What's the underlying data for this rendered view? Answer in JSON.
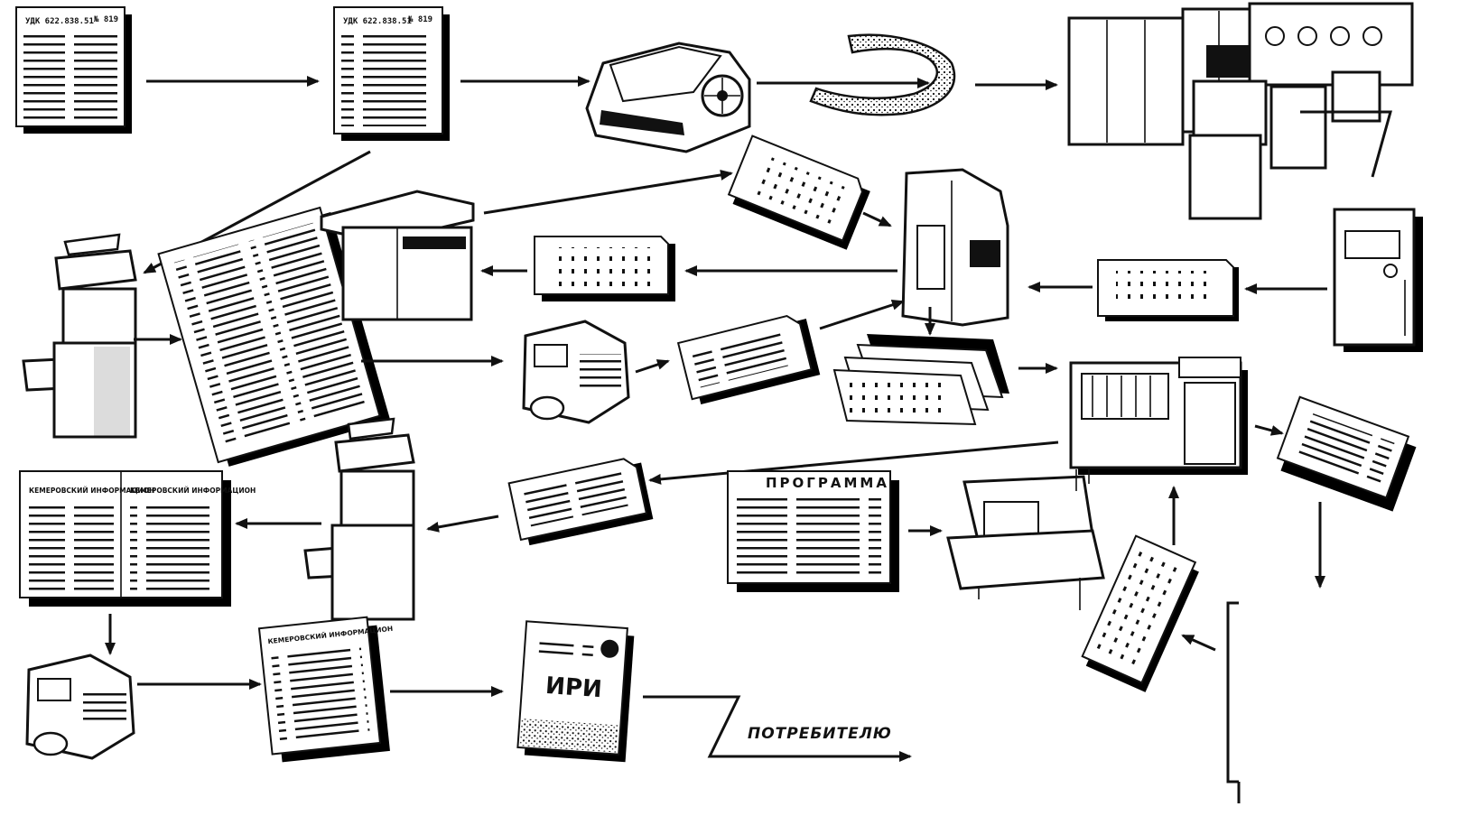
{
  "documents": {
    "udk_1": "УДК 622.838.51",
    "udk_1_num": "№ 819",
    "udk_2": "УДК 622.838.51",
    "udk_2_num": "№ 819"
  },
  "program_sheet": {
    "title": "ПРОГРАММА"
  },
  "bulletin": {
    "heading_left": "КЕМЕРОВСКИЙ ИНФОРМАЦИОН",
    "heading_right": "КЕМЕРОВСКИЙ ИНФОРМАЦИОН",
    "single_heading": "КЕМЕРОВСКИЙ ИНФОРМАЦИОН"
  },
  "booklet": {
    "title": "ИРИ"
  },
  "consumer_label": "ПОТРЕБИТЕЛЮ",
  "colors": {
    "ink": "#111111",
    "paper": "#ffffff",
    "shadow": "#000000"
  }
}
